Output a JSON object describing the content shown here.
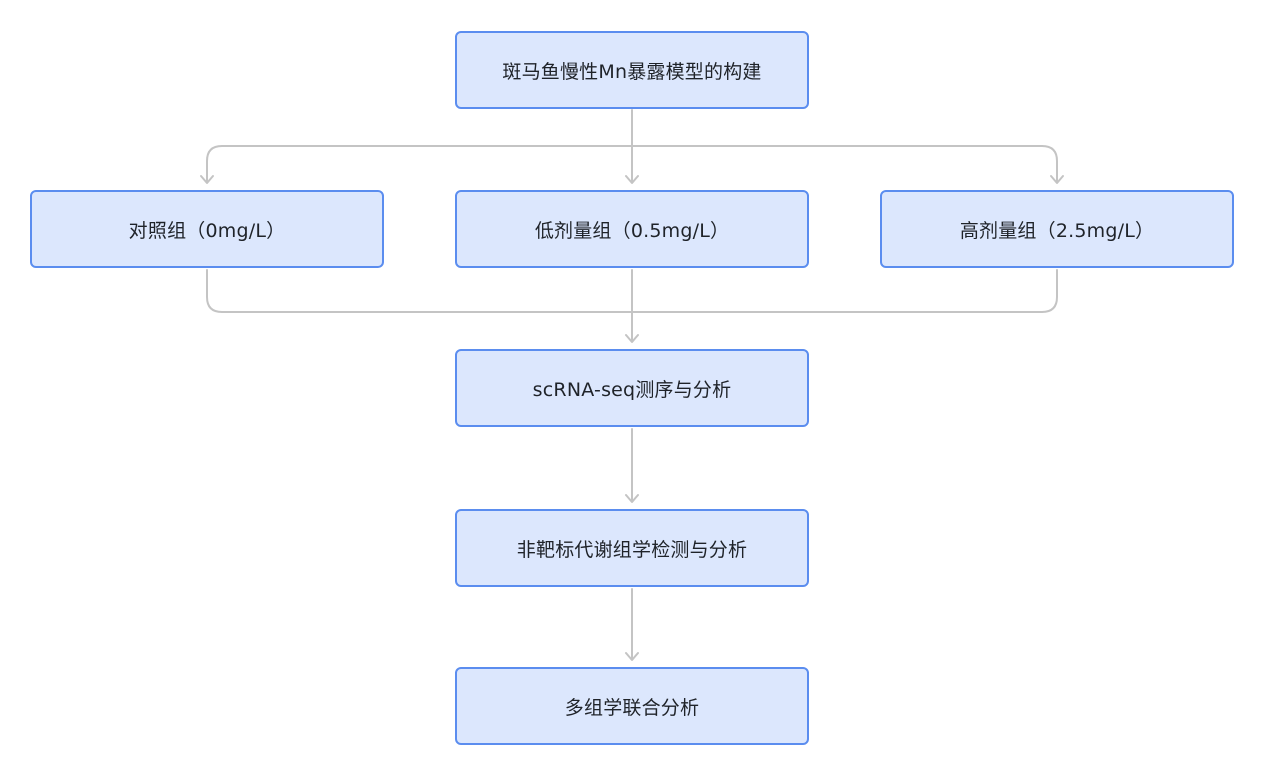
{
  "diagram": {
    "nodes": {
      "model": "斑马鱼慢性Mn暴露模型的构建",
      "control": "对照组（0mg/L）",
      "low_dose": "低剂量组（0.5mg/L）",
      "high_dose": "高剂量组（2.5mg/L）",
      "scrna": "scRNA-seq测序与分析",
      "metabolomics": "非靶标代谢组学检测与分析",
      "multiomics": "多组学联合分析"
    },
    "colors": {
      "node_fill": "#dce7fd",
      "node_border": "#5b8def",
      "connector": "#bfbfbf",
      "text": "#1f2329"
    }
  }
}
